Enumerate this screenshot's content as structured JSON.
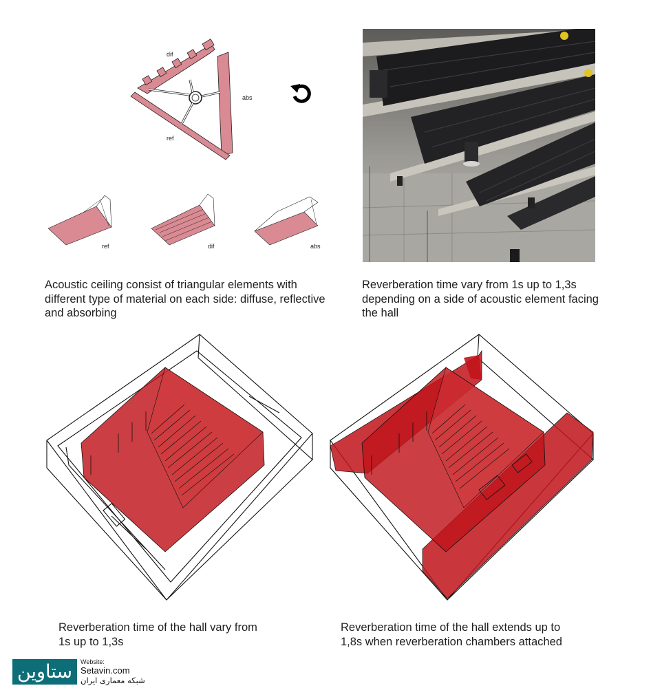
{
  "diagram": {
    "labels": {
      "dif": "dif",
      "abs": "abs",
      "ref": "ref"
    },
    "small_labels": [
      "ref",
      "dif",
      "abs"
    ],
    "rotate_icon": "rotate-arrow-icon",
    "colors": {
      "panel_pink": "#d98a92",
      "hall_red": "#c0141a",
      "line": "#111111"
    }
  },
  "captions": {
    "top_left": "Acoustic ceiling consist of triangular elements with different type of material on each side: diffuse, reflective and absorbing",
    "top_right": "Reverberation time vary from 1s up to 1,3s depending on a side of acoustic element facing the hall",
    "bottom_left": "Reverberation time of the hall vary from 1s up to 1,3s",
    "bottom_right": "Reverberation time of the hall extends up to 1,8s when reverberation chambers attached"
  },
  "watermark": {
    "logo": "ستاوین",
    "site_label": "Website:",
    "site_domain": "Setavin.com",
    "tagline": "شبکه معماری ایران",
    "color": "#0d6e78"
  }
}
